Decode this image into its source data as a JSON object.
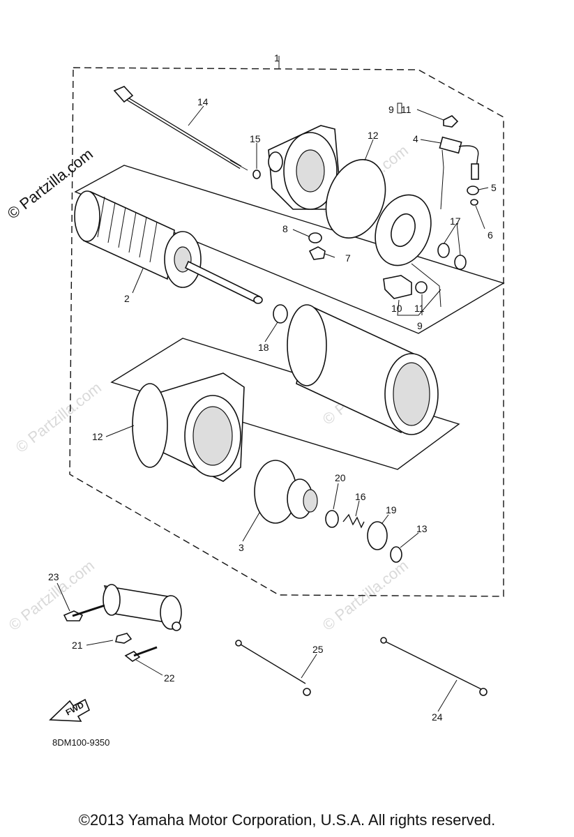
{
  "callouts": {
    "c1": "1",
    "c2": "2",
    "c3": "3",
    "c4": "4",
    "c5": "5",
    "c6": "6",
    "c7": "7",
    "c8": "8",
    "c9_top": "9",
    "c11_top": "11",
    "c9_bottom": "9",
    "c10": "10",
    "c11": "11",
    "c12_top": "12",
    "c12_left": "12",
    "c13": "13",
    "c14": "14",
    "c15": "15",
    "c16": "16",
    "c17": "17",
    "c18": "18",
    "c19": "19",
    "c20": "20",
    "c21": "21",
    "c22": "22",
    "c23": "23",
    "c24": "24",
    "c25": "25"
  },
  "watermarks": {
    "brand_dark": "© Partzilla.com",
    "brand_faint": "© Partzilla.com"
  },
  "fwd_label": "FWD",
  "diagram_code": "8DM100-9350",
  "copyright": "©2013  Yamaha Motor Corporation, U.S.A. All rights reserved."
}
